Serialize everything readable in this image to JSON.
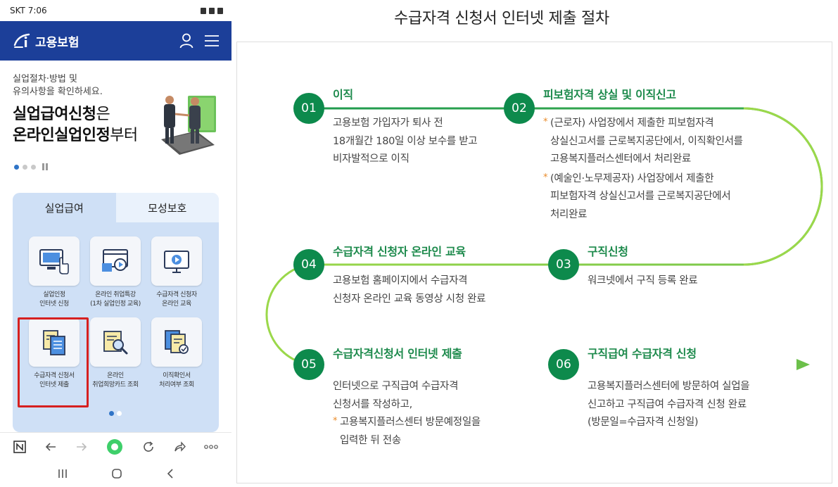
{
  "phone": {
    "status_time": "SKT 7:06",
    "brand": "고용보험",
    "banner": {
      "sub": "실업절차·방법 및\n유의사항을 확인하세요.",
      "title_bold_1": "실업급여신청",
      "title_rest_1": "은",
      "title_bold_2": "온라인실업인정",
      "title_rest_2": "부터"
    },
    "tabs": [
      {
        "label": "실업급여"
      },
      {
        "label": "모성보호"
      }
    ],
    "services": [
      {
        "label": "실업인정\n인터넷 신청",
        "icon": "computer-touch-icon"
      },
      {
        "label": "온라인 취업특강\n(1차 실업인정 교육)",
        "icon": "browser-video-icon"
      },
      {
        "label": "수급자격 신청자\n온라인 교육",
        "icon": "monitor-play-icon"
      },
      {
        "label": "수급자격 신청서\n인터넷 제출",
        "icon": "documents-icon"
      },
      {
        "label": "온라인\n취업희망카드 조회",
        "icon": "document-search-icon"
      },
      {
        "label": "이직확인서\n처리여부 조회",
        "icon": "document-check-icon"
      }
    ],
    "colors": {
      "appbar": "#1c3f99",
      "panel": "#cfe0f6",
      "highlight": "#d62020"
    }
  },
  "procedure": {
    "title": "수급자격 신청서 인터넷 제출 절차",
    "note_marker": "*",
    "steps": [
      {
        "num": "01",
        "title": "이직",
        "body": "고용보험 가입자가 퇴사 전\n18개월간 180일 이상 보수를 받고\n비자발적으로 이직"
      },
      {
        "num": "02",
        "title": "피보험자격 상실 및 이직신고",
        "notes": [
          "(근로자) 사업장에서 제출한 피보험자격\n상실신고서를 근로복지공단에서, 이직확인서를\n고용복지플러스센터에서 처리완료",
          "(예술인·노무제공자) 사업장에서 제출한\n피보험자격 상실신고서를 근로복지공단에서\n처리완료"
        ]
      },
      {
        "num": "03",
        "title": "구직신청",
        "body": "워크넷에서 구직 등록 완료"
      },
      {
        "num": "04",
        "title": "수급자격 신청자 온라인 교육",
        "body": "고용보험 홈페이지에서 수급자격\n신청자 온라인 교육 동영상 시청 완료"
      },
      {
        "num": "05",
        "title": "수급자격신청서 인터넷 제출",
        "body": "인터넷으로 구직급여 수급자격\n신청서를 작성하고,",
        "notes": [
          "고용복지플러스센터 방문예정일을\n입력한 뒤 전송"
        ]
      },
      {
        "num": "06",
        "title": "구직급여 수급자격 신청",
        "body": "고용복지플러스센터에 방문하여 실업을\n신고하고 구직급여 수급자격 신청 완료\n(방문일=수급자격 신청일)"
      }
    ],
    "colors": {
      "circle": "#0d8a4c",
      "title": "#1d8a4c",
      "line_start": "#1f9a4e",
      "line_end": "#9bd84a",
      "note_marker": "#e98b2a"
    }
  }
}
